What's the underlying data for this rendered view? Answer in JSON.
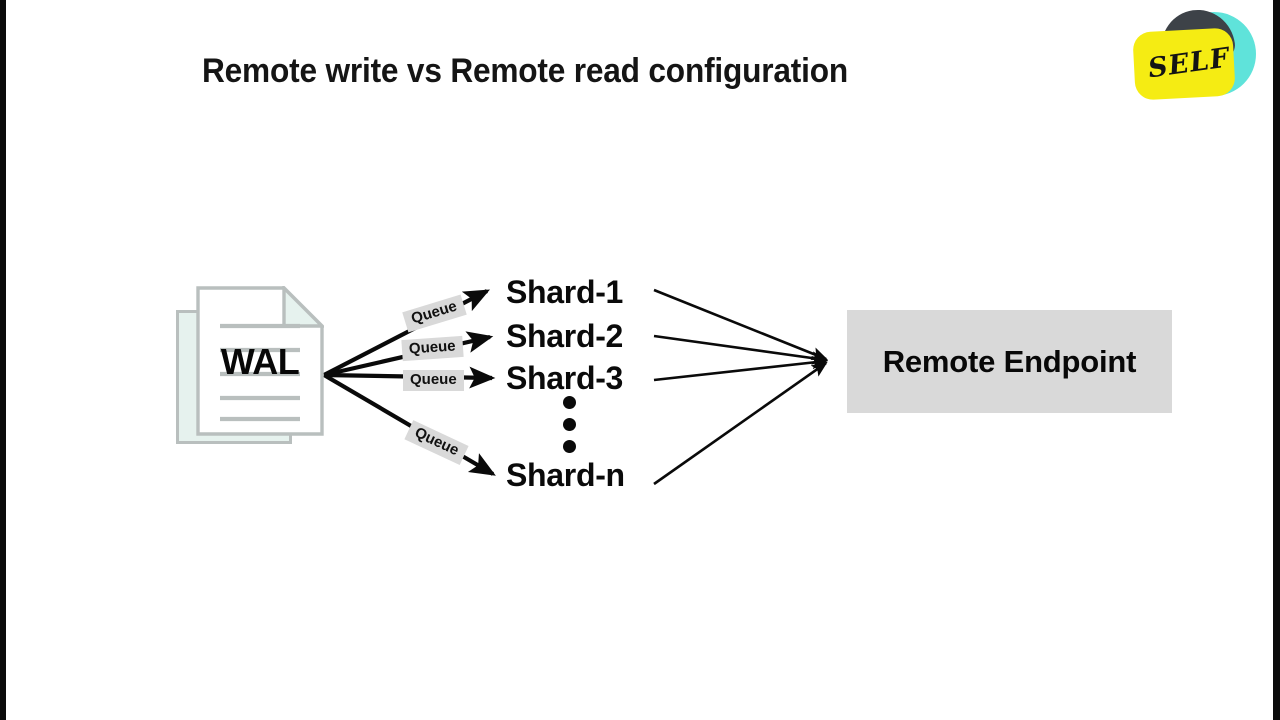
{
  "slide": {
    "title": "Remote write vs Remote read configuration",
    "background_color": "#ffffff",
    "border_color": "#0b0b0b"
  },
  "logo": {
    "name": "self-logo",
    "text": "SELF",
    "yellow": "#f5ec13",
    "teal": "#5fe3da",
    "dark": "#3d4248"
  },
  "diagram": {
    "source": {
      "name": "wal-document",
      "label": "WAL",
      "page_color": "#ffffff",
      "back_page_color": "#e6f2ee",
      "border_color": "#b9bfbe",
      "rule_lines": 5
    },
    "queues": [
      {
        "label": "Queue"
      },
      {
        "label": "Queue"
      },
      {
        "label": "Queue"
      },
      {
        "label": "Queue"
      }
    ],
    "queue_color": "#d9d9d9",
    "shards": [
      {
        "label": "Shard-1"
      },
      {
        "label": "Shard-2"
      },
      {
        "label": "Shard-3"
      },
      {
        "label": "Shard-n"
      }
    ],
    "ellipsis_dots": 3,
    "destination": {
      "name": "remote-endpoint",
      "label": "Remote Endpoint",
      "fill_color": "#d9d9d9"
    },
    "arrow_color": "#0a0a0a"
  }
}
